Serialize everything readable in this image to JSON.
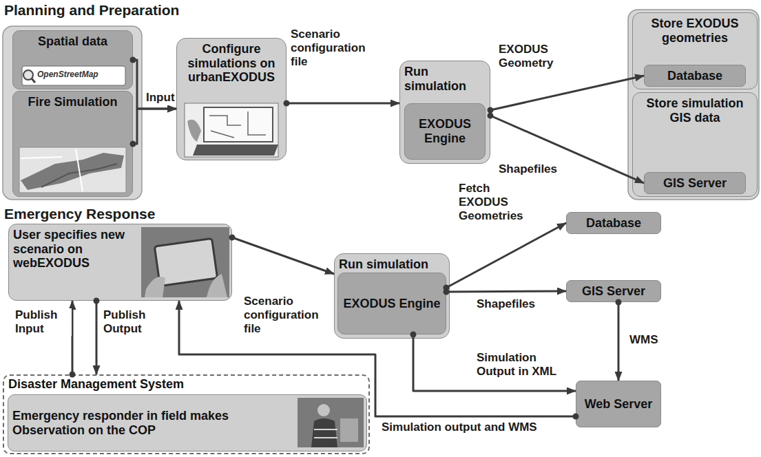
{
  "diagram": {
    "nodes": [
      {
        "text": [
          "Spatial data"
        ]
      },
      {
        "text": [
          "Fire Simulation"
        ]
      },
      {
        "text": [
          "Configure simulations on urbanEXODUS"
        ]
      },
      {
        "text": [
          "Run simulation"
        ]
      },
      {
        "text": [
          "EXODUS Engine"
        ],
        "in": 3
      },
      {
        "text": [
          "Store EXODUS geometries"
        ]
      },
      {
        "text": [
          "Database"
        ],
        "in": 5
      },
      {
        "text": [
          "Store simulation GIS data"
        ]
      },
      {
        "text": [
          "GIS Server"
        ],
        "in": 7
      },
      {
        "text": [
          "User specifies new scenario on webEXODUS"
        ]
      },
      {
        "text": [
          "Run simulation"
        ]
      },
      {
        "text": [
          "EXODUS Engine"
        ],
        "in": 10
      },
      {
        "text": [
          "Database"
        ]
      },
      {
        "text": [
          "GIS Server"
        ]
      },
      {
        "text": [
          "Web Server"
        ]
      },
      {
        "text": [
          "Disaster Management System"
        ]
      },
      {
        "text": [
          "Emergency responder in field makes Observation on the COP"
        ],
        "in": 15
      }
    ],
    "edges": [
      {
        "from": 0,
        "to": 2,
        "arrow": "to",
        "label": "Input"
      },
      {
        "from": 1,
        "to": 2,
        "arrow": "to"
      },
      {
        "from": 2,
        "to": 3,
        "arrow": "to",
        "label": "Scenario configuration file"
      },
      {
        "from": 3,
        "to": 6,
        "arrow": "to",
        "label": "EXODUS Geometry"
      },
      {
        "from": 3,
        "to": 8,
        "arrow": "to",
        "label": "Shapefiles"
      },
      {
        "from": 9,
        "to": 10,
        "arrow": "to",
        "label": "Scenario configuration file"
      },
      {
        "from": 11,
        "to": 12,
        "arrow": "to",
        "label": "Fetch EXODUS Geometries"
      },
      {
        "from": 11,
        "to": 13,
        "arrow": "to",
        "label": "Shapefiles"
      },
      {
        "from": 13,
        "to": 14,
        "arrow": "to",
        "label": "WMS"
      },
      {
        "from": 11,
        "to": 14,
        "arrow": "to",
        "label": "Simulation Output in XML"
      },
      {
        "from": 14,
        "to": 9,
        "arrow": "to",
        "label": "Simulation output and WMS"
      },
      {
        "from": 15,
        "to": 9,
        "arrow": "to",
        "label": "Publish Input"
      },
      {
        "from": 9,
        "to": 15,
        "arrow": "to",
        "label": "Publish Output"
      }
    ],
    "labels": [
      "Planning and Preparation",
      "Emergency Response",
      "OpenStreetMap"
    ]
  }
}
